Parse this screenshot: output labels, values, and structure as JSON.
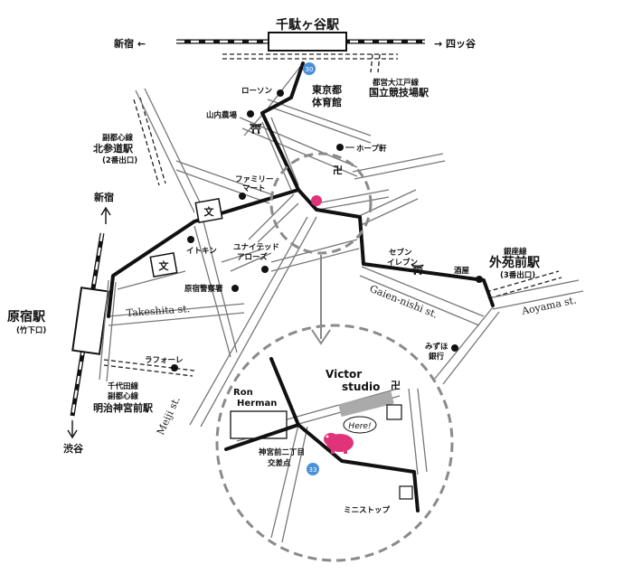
{
  "stations": {
    "sendagaya": "千駄ヶ谷駅",
    "harajuku": "原宿駅",
    "harajuku_exit": "(竹下口)",
    "gaienmae": "外苑前駅",
    "gaienmae_line": "銀座線",
    "gaienmae_exit": "(3番出口)",
    "kitasando_line": "副都心線",
    "kitasando": "北参道駅",
    "kitasando_exit": "(2番出口)",
    "meiji_line1": "千代田線",
    "meiji_line2": "副都心線",
    "meiji": "明治神宮前駅",
    "kokuritsu_line": "都営大江戸線",
    "kokuritsu": "国立競技場駅"
  },
  "directions": {
    "shinjuku_left": "新宿 ←",
    "yotsuya_right": "→ 四ッ谷",
    "shinjuku_up": "新宿",
    "shibuya_down": "渋谷"
  },
  "landmarks": {
    "taiikukan_1": "東京都",
    "taiikukan_2": "体育館",
    "lawson": "ローソン",
    "yamauchi": "山内農場",
    "hopeken": "ホープ軒",
    "familymart_1": "ファミリー",
    "familymart_2": "マート",
    "itokin": "イトキン",
    "united_1": "ユナイテッド",
    "united_2": "アローズ",
    "police": "原宿警察署",
    "laforet": "ラフォーレ",
    "seven_1": "セブン",
    "seven_2": "イレブン",
    "sakaya": "酒屋",
    "mizuho_1": "みずほ",
    "mizuho_2": "銀行",
    "school": "文",
    "temple": "卍",
    "shrine": "⛩",
    "route30": "30",
    "route33": "33"
  },
  "streets": {
    "takeshita": "Takeshita st.",
    "meiji": "Meiji st.",
    "gaien": "Gaien-nishi st.",
    "aoyama": "Aoyama st."
  },
  "inset": {
    "victor_1": "Victor",
    "victor_2": "studio",
    "ron_1": "Ron",
    "ron_2": "Herman",
    "crossing_1": "神宮前二丁目",
    "crossing_2": "交差点",
    "ministop": "ミニストップ",
    "here": "Here!",
    "route33": "33",
    "temple": "卍"
  },
  "colors": {
    "destination": "#e0337a",
    "route_badge": "#4a90d9",
    "main_road": "#111111",
    "minor_road": "#777777",
    "dashed_circle": "#8a8a8a"
  }
}
